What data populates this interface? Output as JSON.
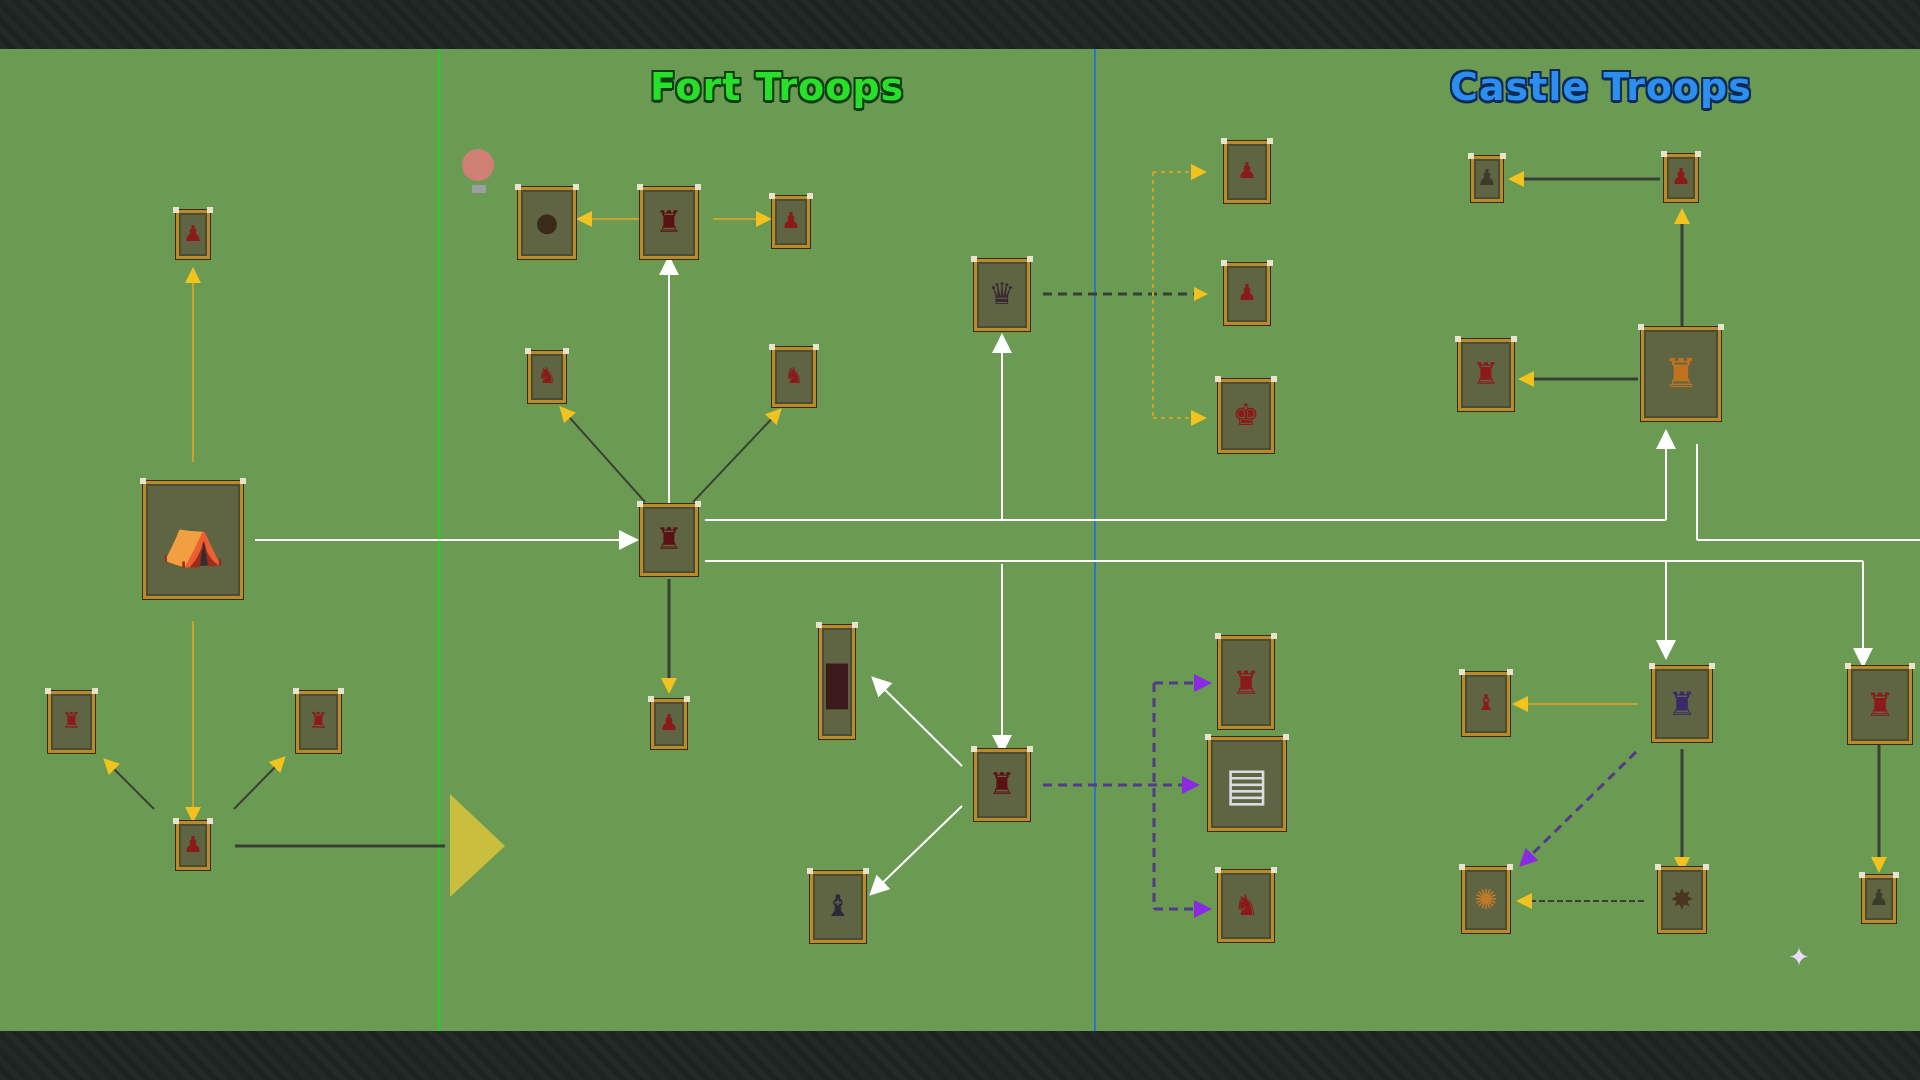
{
  "zones": {
    "fort_title": "Fort Troops",
    "castle_title": "Castle Troops"
  },
  "colors": {
    "grass": "#6b9a53",
    "frame": "#b88a2a",
    "fort_title": "#28e02a",
    "castle_title": "#2c8ff0",
    "fort_divider": "#22d026",
    "castle_divider": "#2a74c9",
    "arrow_yellow": "#f2c21f",
    "arrow_white": "#ffffff",
    "arrow_purple": "#8a2be2",
    "arrow_dark": "#3a3f35"
  },
  "nodes": [
    {
      "id": "tent",
      "icon": "tent-icon",
      "glyph": "⛺"
    },
    {
      "id": "tent-up-soldier",
      "icon": "soldier-icon",
      "glyph": "♟"
    },
    {
      "id": "tent-down-soldier",
      "icon": "soldier-icon",
      "glyph": "♟"
    },
    {
      "id": "tent-cart",
      "icon": "cart-icon",
      "glyph": "♜"
    },
    {
      "id": "tent-shrine",
      "icon": "shrine-icon",
      "glyph": "♜"
    },
    {
      "id": "fort-hub",
      "icon": "fort-building-icon",
      "glyph": "♜"
    },
    {
      "id": "fort-tower",
      "icon": "tower-building-icon",
      "glyph": "♜"
    },
    {
      "id": "fort-bust",
      "icon": "bust-icon",
      "glyph": "●"
    },
    {
      "id": "fort-archer",
      "icon": "archer-icon",
      "glyph": "♟"
    },
    {
      "id": "fort-swordsman",
      "icon": "swordsman-icon",
      "glyph": "♞"
    },
    {
      "id": "fort-lancer",
      "icon": "lancer-icon",
      "glyph": "♞"
    },
    {
      "id": "fort-footman",
      "icon": "soldier-icon",
      "glyph": "♟"
    },
    {
      "id": "fort-throne",
      "icon": "throne-icon",
      "glyph": "♛"
    },
    {
      "id": "fort-workshop",
      "icon": "workshop-icon",
      "glyph": "♜"
    },
    {
      "id": "fort-wall",
      "icon": "wall-icon",
      "glyph": "▮"
    },
    {
      "id": "fort-catapult",
      "icon": "siege-engine-icon",
      "glyph": "♝"
    },
    {
      "id": "castle-warrior",
      "icon": "warrior-icon",
      "glyph": "♟"
    },
    {
      "id": "castle-guard",
      "icon": "guard-icon",
      "glyph": "♟"
    },
    {
      "id": "castle-demon",
      "icon": "demon-icon",
      "glyph": "♚"
    },
    {
      "id": "castle-shrine",
      "icon": "shrine-icon",
      "glyph": "♜"
    },
    {
      "id": "castle-tome",
      "icon": "spellbook-icon",
      "glyph": "▤"
    },
    {
      "id": "castle-rider",
      "icon": "rider-icon",
      "glyph": "♞"
    },
    {
      "id": "castle-small-a",
      "icon": "soldier-icon",
      "glyph": "♟"
    },
    {
      "id": "castle-small-b",
      "icon": "soldier-icon",
      "glyph": "♟"
    },
    {
      "id": "castle-cannon",
      "icon": "cannon-icon",
      "glyph": "♜"
    },
    {
      "id": "castle-market",
      "icon": "market-icon",
      "glyph": "♜"
    },
    {
      "id": "castle-mage",
      "icon": "mage-icon",
      "glyph": "♝"
    },
    {
      "id": "castle-temple",
      "icon": "temple-icon",
      "glyph": "♜"
    },
    {
      "id": "castle-vortex",
      "icon": "vortex-icon",
      "glyph": "✺"
    },
    {
      "id": "castle-beast",
      "icon": "beast-icon",
      "glyph": "✸"
    },
    {
      "id": "castle-edge-building",
      "icon": "house-icon",
      "glyph": "♜"
    },
    {
      "id": "castle-edge-soldier",
      "icon": "soldier-icon",
      "glyph": "♟"
    }
  ]
}
